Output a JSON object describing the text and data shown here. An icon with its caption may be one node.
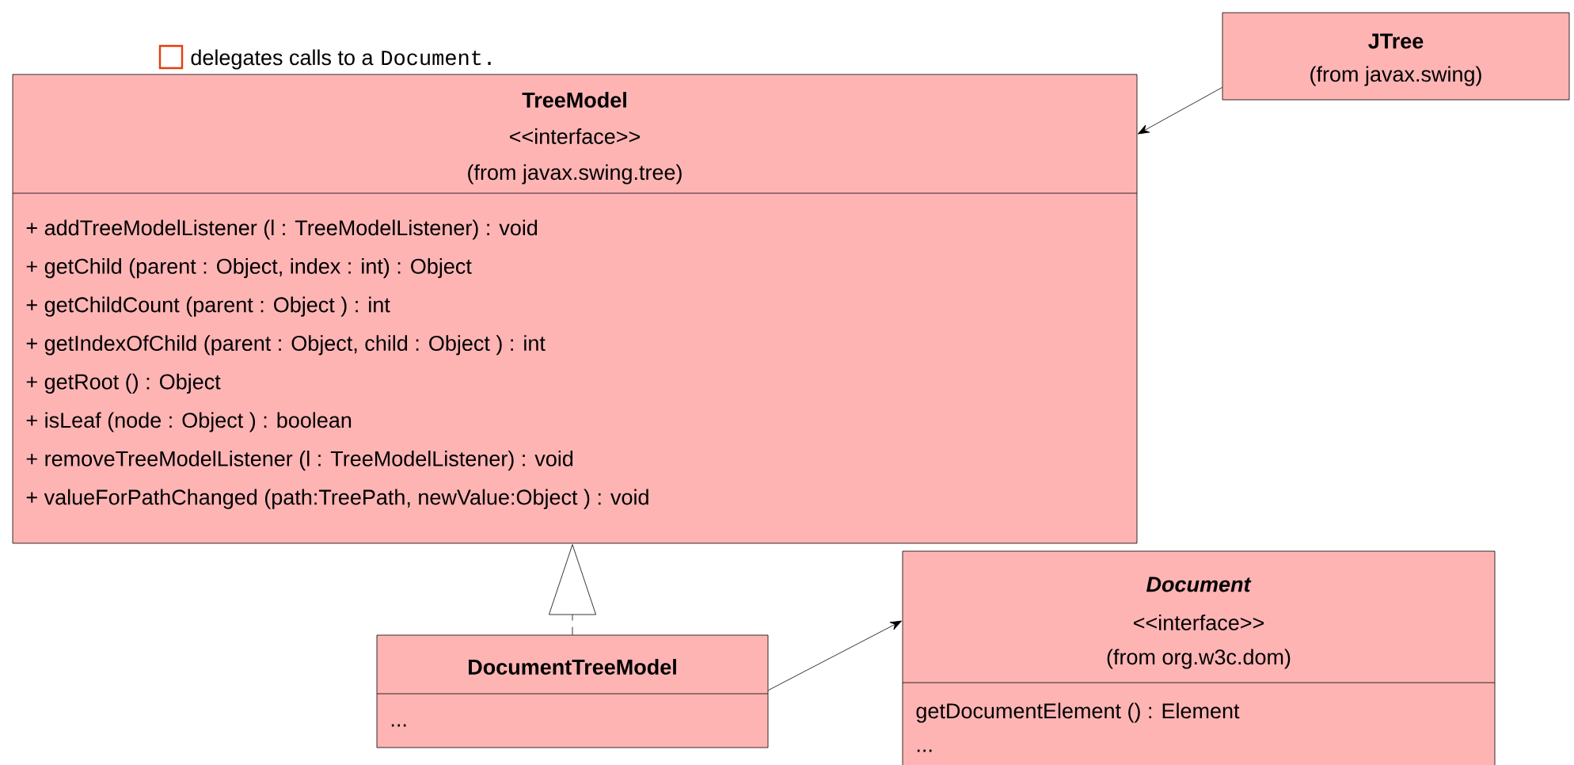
{
  "diagram": {
    "nodes": [
      {
        "text": [
          "JTree",
          "(from javax.swing)"
        ]
      },
      {
        "text": [
          "TreeModel",
          "<<interface>>",
          "(from javax.swing.tree)",
          "+ addTreeModelListener (l : TreeModelListener) : void",
          "+ getChild (parent : Object, index : int) : Object",
          "+ getChildCount (parent : Object ) : int",
          "+ getIndexOfChild (parent : Object, child : Object ) : int",
          "+ getRoot () : Object",
          "+ isLeaf (node : Object ) : boolean",
          "+ removeTreeModelListener (l : TreeModelListener) : void",
          "+ valueForPathChanged (path:TreePath, newValue:Object ) : void"
        ]
      },
      {
        "text": [
          "DocumentTreeModel",
          "..."
        ]
      },
      {
        "text": [
          "*Document*",
          "<<interface>>",
          "(from org.w3c.dom)",
          "getDocumentElement () : Element",
          "..."
        ]
      }
    ],
    "edges": [
      {
        "from": 0,
        "to": 1,
        "arrow": "to"
      },
      {
        "from": 2,
        "to": 1,
        "arrow": "to",
        "style": "dashed"
      },
      {
        "from": 2,
        "to": 3,
        "arrow": "to"
      }
    ],
    "labels": [
      "delegates calls to a",
      "Document."
    ]
  }
}
